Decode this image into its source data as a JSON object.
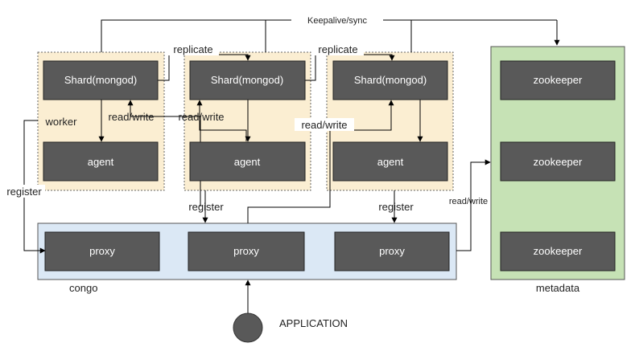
{
  "labels": {
    "keepalive": "Keepalive/sync",
    "replicate_1": "replicate",
    "replicate_2": "replicate",
    "shard_1": "Shard(mongod)",
    "shard_2": "Shard(mongod)",
    "shard_3": "Shard(mongod)",
    "agent_1": "agent",
    "agent_2": "agent",
    "agent_3": "agent",
    "worker": "worker",
    "read_write_1": "read/write",
    "read_write_2": "read/write",
    "read_write_3": "read/write",
    "read_write_meta": "read/write",
    "register_1": "register",
    "register_2": "register",
    "register_3": "register",
    "proxy_1": "proxy",
    "proxy_2": "proxy",
    "proxy_3": "proxy",
    "congo": "congo",
    "zookeeper_1": "zookeeper",
    "zookeeper_2": "zookeeper",
    "zookeeper_3": "zookeeper",
    "metadata": "metadata",
    "application": "APPLICATION"
  },
  "colors": {
    "shard_group_fill": "#fbeed2",
    "congo_fill": "#dbe8f5",
    "metadata_fill": "#c6e2b5",
    "node_fill": "#595959",
    "node_text": "#ffffff",
    "edge": "#000000"
  }
}
